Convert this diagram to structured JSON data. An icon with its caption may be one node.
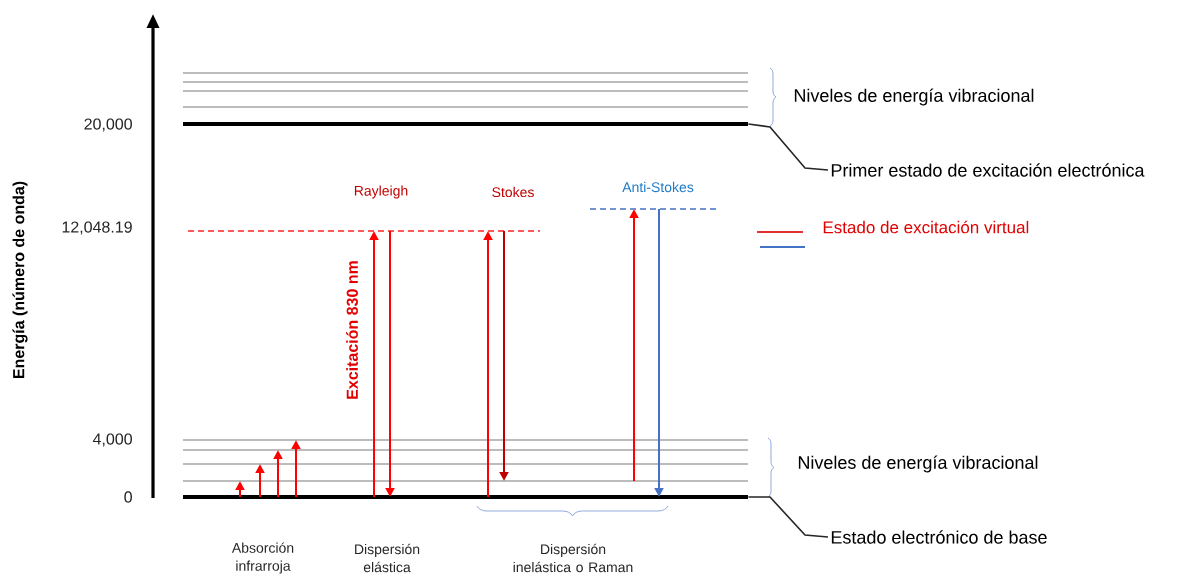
{
  "diagram": {
    "nodes": [
      {
        "text": [],
        "shape": "bar"
      },
      {
        "text": [],
        "shape": "bar"
      },
      {
        "text": [],
        "shape": "bar"
      },
      {
        "text": [],
        "shape": "bar"
      },
      {
        "text": [
          "Primer estado de excitación electrónica"
        ]
      },
      {
        "text": [
          "Estado electrónico de base"
        ]
      },
      {
        "text": [],
        "shape": "bar"
      },
      {
        "text": [],
        "shape": "bar"
      },
      {
        "text": [],
        "shape": "bar"
      },
      {
        "text": [],
        "shape": "bar"
      }
    ],
    "edges": [
      {
        "from": 0,
        "to": 9,
        "arrow": "to"
      },
      {
        "from": 0,
        "to": 8,
        "arrow": "to"
      },
      {
        "from": 0,
        "to": 7,
        "arrow": "to"
      },
      {
        "from": 0,
        "to": 6,
        "arrow": "to"
      },
      {
        "from": 0,
        "to": 2,
        "arrow": "to",
        "label": "Excitación 830 nm"
      },
      {
        "from": 2,
        "to": 0,
        "arrow": "to"
      },
      {
        "from": 0,
        "to": 2,
        "arrow": "to"
      },
      {
        "from": 2,
        "to": 9,
        "arrow": "to",
        "color": "#c00000"
      },
      {
        "from": 9,
        "to": 3,
        "arrow": "to"
      },
      {
        "from": 3,
        "to": 0,
        "arrow": "to",
        "color": "#4472c4"
      },
      {
        "from": 4,
        "to": 1,
        "arrow": "none",
        "color": "#262626"
      },
      {
        "from": 5,
        "to": 0,
        "arrow": "none",
        "color": "#262626"
      }
    ],
    "labels": [
      "20,000",
      "12,048.19",
      "4,000",
      "0",
      "Energía (número de onda)",
      "Rayleigh",
      "Stokes",
      "Anti-Stokes",
      "Niveles de energía vibracional",
      "Niveles de energía vibracional",
      "Absorción infrarroja",
      "Dispersión elástica",
      "Dispersión inelástica o Raman"
    ],
    "legend": [
      {
        "text": "Estado de excitación virtual"
      }
    ]
  }
}
